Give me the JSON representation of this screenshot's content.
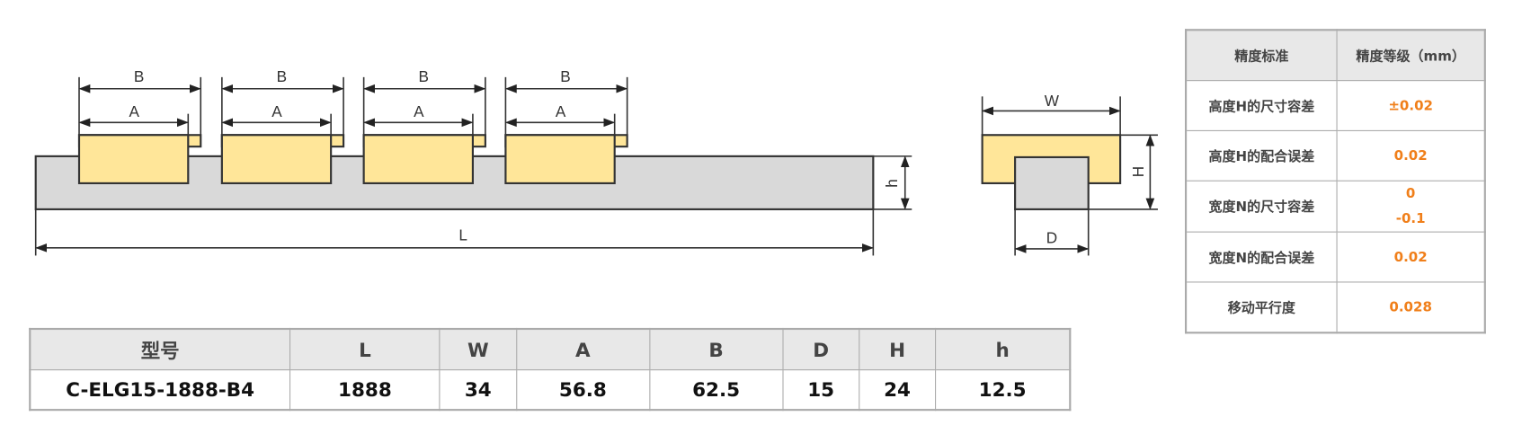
{
  "diagram": {
    "labels": {
      "B": "B",
      "A": "A",
      "L": "L",
      "h": "h",
      "W": "W",
      "H": "H",
      "D": "D"
    },
    "colors": {
      "carriage": "#ffe699",
      "rail": "#d9d9d9",
      "line": "#333333"
    }
  },
  "accuracy_table": {
    "headers": [
      "精度标准",
      "精度等级（mm）"
    ],
    "rows": [
      {
        "label": "高度H的尺寸容差",
        "value": "±0.02"
      },
      {
        "label": "高度H的配合误差",
        "value": "0.02"
      },
      {
        "label": "宽度N的尺寸容差",
        "value": "0",
        "value2": "-0.1"
      },
      {
        "label": "宽度N的配合误差",
        "value": "0.02"
      },
      {
        "label": "移动平行度",
        "value": "0.028"
      }
    ],
    "value_color": "#f07f1a"
  },
  "spec_table": {
    "headers": [
      "型号",
      "L",
      "W",
      "A",
      "B",
      "D",
      "H",
      "h"
    ],
    "row": [
      "C-ELG15-1888-B4",
      "1888",
      "34",
      "56.8",
      "62.5",
      "15",
      "24",
      "12.5"
    ]
  }
}
